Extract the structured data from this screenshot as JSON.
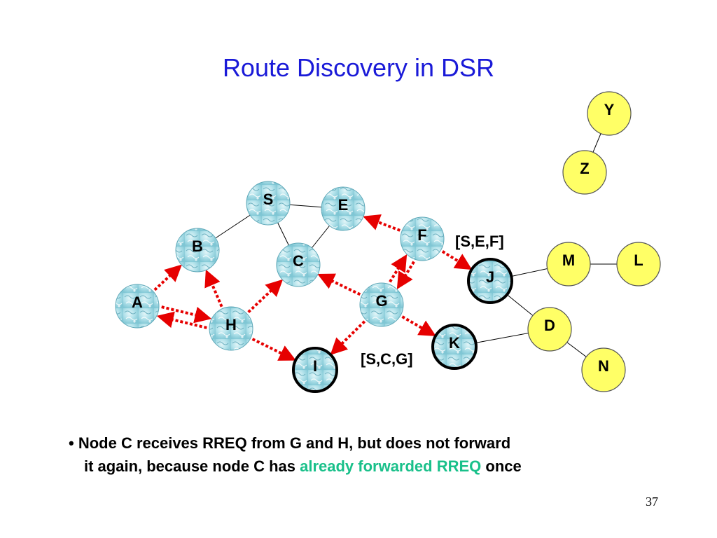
{
  "title": "Route Discovery in DSR",
  "nodes": [
    {
      "id": "S",
      "style": "ocean"
    },
    {
      "id": "E",
      "style": "ocean"
    },
    {
      "id": "F",
      "style": "ocean"
    },
    {
      "id": "B",
      "style": "ocean"
    },
    {
      "id": "C",
      "style": "ocean"
    },
    {
      "id": "J",
      "style": "ocean-bold"
    },
    {
      "id": "A",
      "style": "ocean"
    },
    {
      "id": "G",
      "style": "ocean"
    },
    {
      "id": "H",
      "style": "ocean"
    },
    {
      "id": "K",
      "style": "ocean-bold"
    },
    {
      "id": "I",
      "style": "ocean-bold"
    },
    {
      "id": "Y",
      "style": "yellow"
    },
    {
      "id": "Z",
      "style": "yellow"
    },
    {
      "id": "M",
      "style": "yellow"
    },
    {
      "id": "L",
      "style": "yellow"
    },
    {
      "id": "D",
      "style": "yellow"
    },
    {
      "id": "N",
      "style": "yellow"
    }
  ],
  "links": [
    [
      "S",
      "B"
    ],
    [
      "S",
      "E"
    ],
    [
      "S",
      "C"
    ],
    [
      "E",
      "C"
    ],
    [
      "J",
      "M"
    ],
    [
      "M",
      "L"
    ],
    [
      "J",
      "D"
    ],
    [
      "D",
      "N"
    ],
    [
      "K",
      "D"
    ],
    [
      "Y",
      "Z"
    ]
  ],
  "rreq_arrows": [
    {
      "from": "A",
      "to": "B"
    },
    {
      "from": "H",
      "to": "A"
    },
    {
      "from": "A",
      "to": "H"
    },
    {
      "from": "H",
      "to": "B"
    },
    {
      "from": "H",
      "to": "C"
    },
    {
      "from": "H",
      "to": "I"
    },
    {
      "from": "G",
      "to": "C"
    },
    {
      "from": "G",
      "to": "F"
    },
    {
      "from": "F",
      "to": "G"
    },
    {
      "from": "G",
      "to": "I"
    },
    {
      "from": "G",
      "to": "K"
    },
    {
      "from": "F",
      "to": "E"
    },
    {
      "from": "F",
      "to": "J"
    }
  ],
  "route_labels": {
    "sef": "[S,E,F]",
    "scg": "[S,C,G]"
  },
  "bullet": {
    "marker": "•",
    "line1": "Node C receives RREQ from G and H, but does not forward",
    "line2_pre": "it again, because node C has ",
    "line2_highlight": "already forwarded RREQ",
    "line2_post": " once"
  },
  "page_number": "37",
  "colors": {
    "title": "#1a1ad8",
    "highlight": "#19c08a",
    "arrow": "#e60000",
    "yellow_node": "#ffff66",
    "ocean_node": "#a9dde8"
  }
}
